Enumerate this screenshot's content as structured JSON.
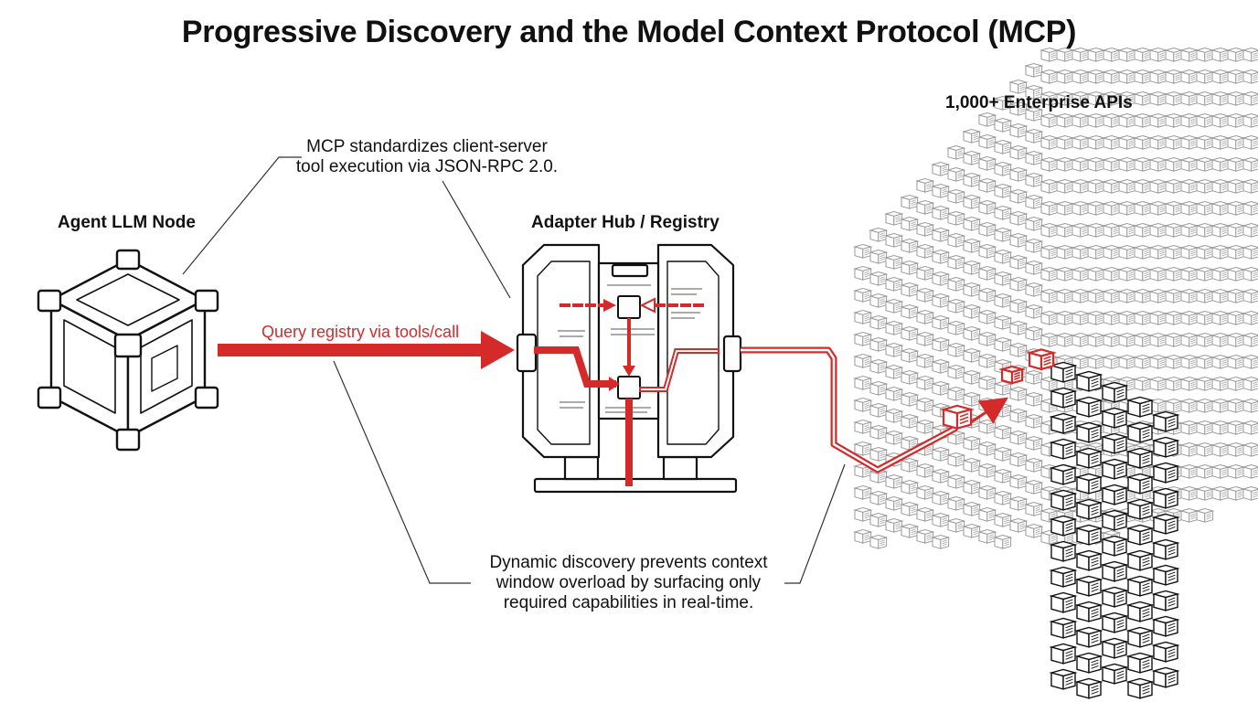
{
  "title": "Progressive Discovery and the Model Context Protocol (MCP)",
  "nodes": {
    "agent": "Agent LLM Node",
    "hub": "Adapter Hub / Registry",
    "apis": "1,000+ Enterprise APIs"
  },
  "notes": {
    "mcp_line1": "MCP standardizes client-server",
    "mcp_line2": "tool execution via JSON-RPC 2.0.",
    "discovery_line1": "Dynamic discovery prevents context",
    "discovery_line2": "window overload by surfacing only",
    "discovery_line3": "required capabilities in real-time."
  },
  "arrows": {
    "query": "Query registry via tools/call"
  },
  "colors": {
    "accent": "#d42a2a",
    "ink": "#111111",
    "line": "#333333",
    "faint": "#9a9a9a"
  }
}
